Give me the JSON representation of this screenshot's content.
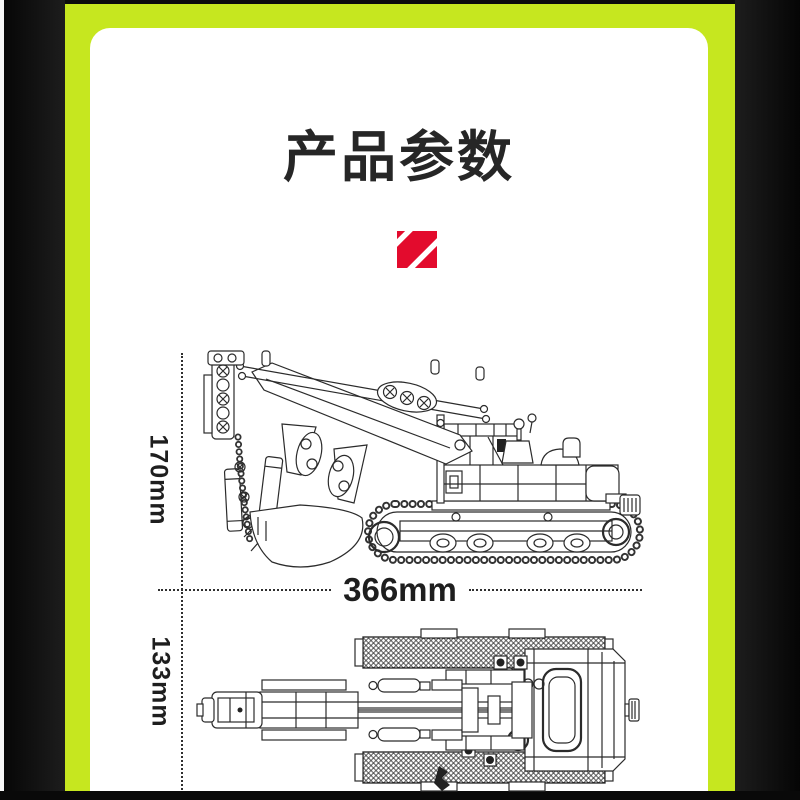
{
  "page": {
    "title": "产品参数",
    "colors": {
      "frame_green": "#c6e71f",
      "accent_red": "#e30b2d",
      "ink": "#262626"
    }
  },
  "divider_icon": {
    "name": "red-diagonal-stripes-badge"
  },
  "side_view": {
    "name": "excavator-side-view-line-drawing",
    "height_dimension": "170mm",
    "length_dimension": "366mm"
  },
  "top_view": {
    "name": "excavator-top-view-line-drawing",
    "width_dimension": "133mm"
  }
}
